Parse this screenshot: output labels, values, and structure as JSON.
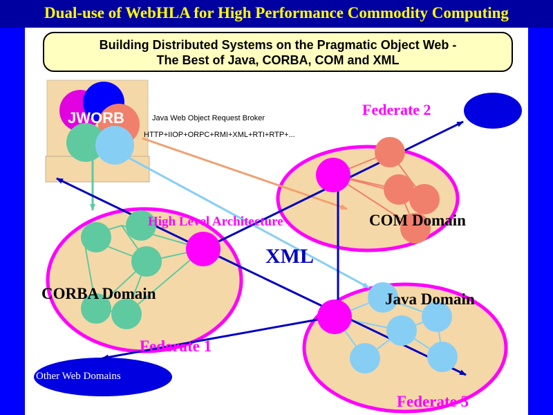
{
  "title": "Dual-use of WebHLA for High Performance Commodity Computing",
  "subtitle": {
    "line1": "Building Distributed Systems on the Pragmatic Object Web -",
    "line2": "The Best of Java, CORBA, COM and XML"
  },
  "jworb": {
    "label": "JWORB",
    "description": "Java Web Object Request Broker",
    "protocols": "HTTP+IIOP+ORPC+RMI+XML+RTI+RTP+..."
  },
  "labels": {
    "hla": "High Level Architecture",
    "xml": "XML",
    "federate1": "Federate 1",
    "federate2": "Federate 2",
    "federate3": "Federate 3",
    "corba_domain": "CORBA Domain",
    "com_domain": "COM Domain",
    "java_domain": "Java Domain",
    "other_web_domains": "Other Web Domains"
  },
  "colors": {
    "title_bar": "#0000a0",
    "title_text": "#ffff00",
    "side_border": "#0000ff",
    "domain_fill": "#f5d8a8",
    "domain_stroke": "#ff00ff",
    "hub": "#ff00ff",
    "corba_node": "#5fc9a0",
    "com_node": "#f0806c",
    "java_node": "#87cef5",
    "federate_text": "#ff00ff",
    "arrow_blue": "#0000c0",
    "arrow_light": "#87cef5",
    "arrow_salmon": "#f0a070"
  }
}
